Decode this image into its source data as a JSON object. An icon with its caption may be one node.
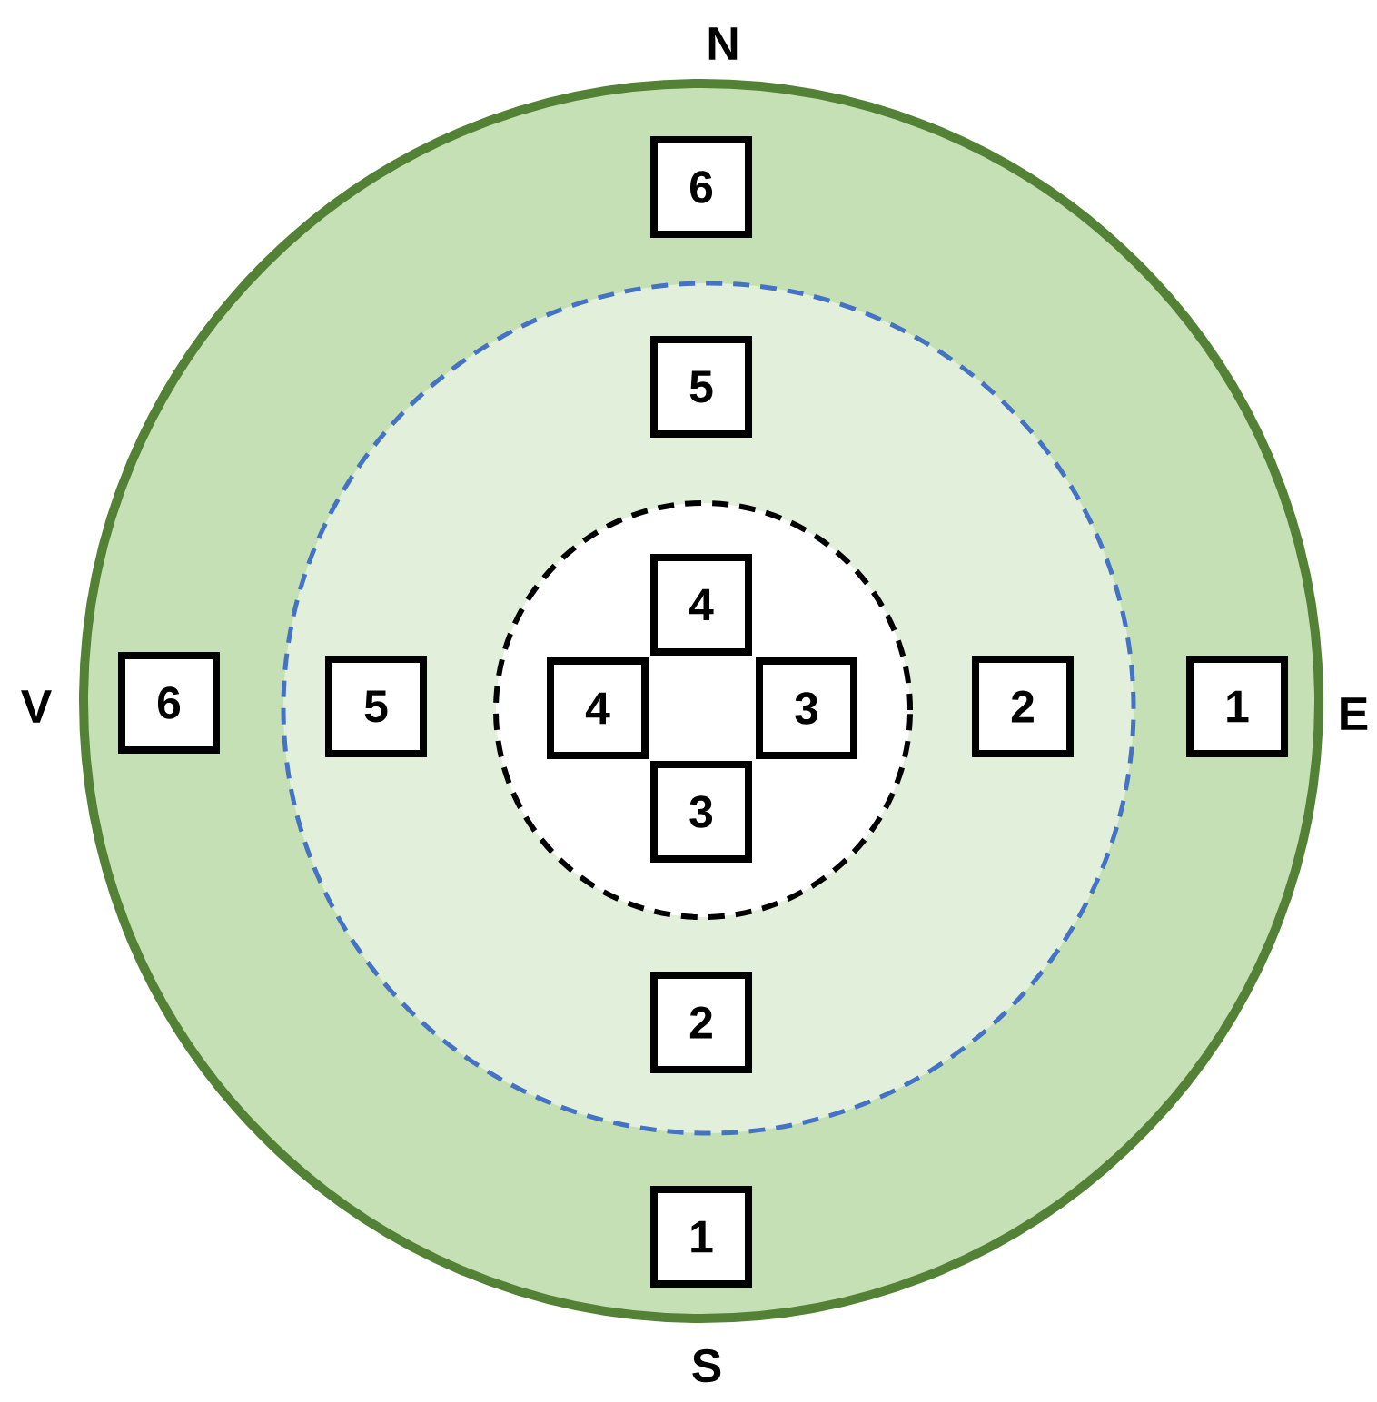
{
  "diagram": {
    "nodes": [
      {
        "text": [],
        "shape": "circle"
      },
      {
        "text": [],
        "shape": "circle",
        "in": 0
      },
      {
        "text": [],
        "shape": "circle",
        "in": 1
      },
      {
        "text": [
          "6"
        ],
        "in": 0
      },
      {
        "text": [
          "5"
        ],
        "in": 1
      },
      {
        "text": [
          "4"
        ],
        "in": 2
      },
      {
        "text": [
          "6"
        ],
        "in": 0
      },
      {
        "text": [
          "5"
        ],
        "in": 1
      },
      {
        "text": [
          "4"
        ],
        "in": 2
      },
      {
        "text": [
          "3"
        ],
        "in": 2
      },
      {
        "text": [
          "2"
        ],
        "in": 1
      },
      {
        "text": [
          "1"
        ],
        "in": 0
      },
      {
        "text": [
          "3"
        ],
        "in": 2
      },
      {
        "text": [
          "2"
        ],
        "in": 1
      },
      {
        "text": [
          "1"
        ],
        "in": 0
      }
    ],
    "labels": [
      "N",
      "V",
      "E",
      "S"
    ]
  }
}
